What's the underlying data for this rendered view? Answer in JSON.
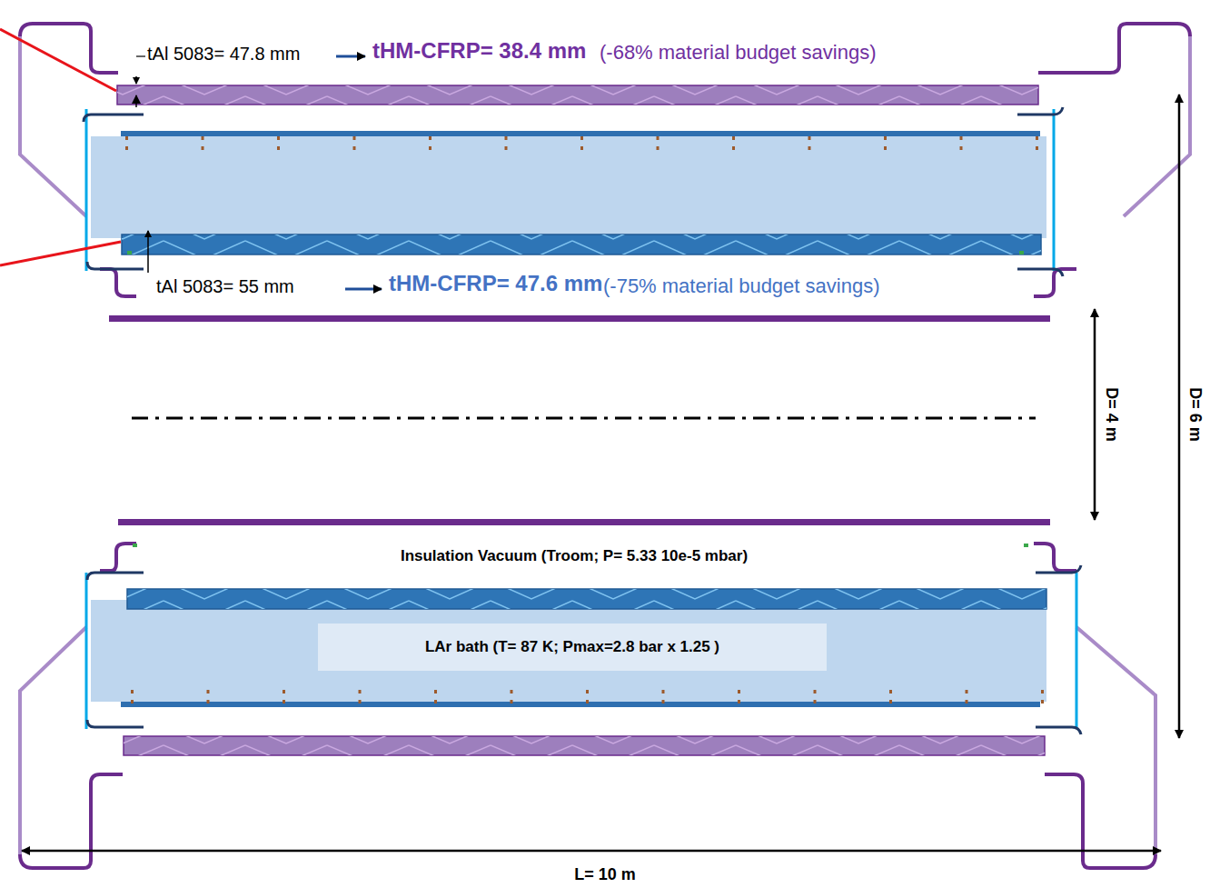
{
  "diagram": {
    "nodes": [
      {
        "text": [
          "LAr bath (T= 87 K; Pmax=2.8 bar x 1.25 )"
        ]
      }
    ],
    "labels": [
      "tAl 5083= 47.8 mm",
      "tHM-CFRP= 38.4 mm",
      "(-68% material budget savings)",
      "tAl 5083= 55 mm",
      "tHM-CFRP= 47.6 mm",
      "(-75% material budget savings)",
      "D= 4 m",
      "D= 6 m",
      "L= 10 m",
      "Insulation Vacuum (Troom; P= 5.33 10e-5 mbar)"
    ]
  }
}
